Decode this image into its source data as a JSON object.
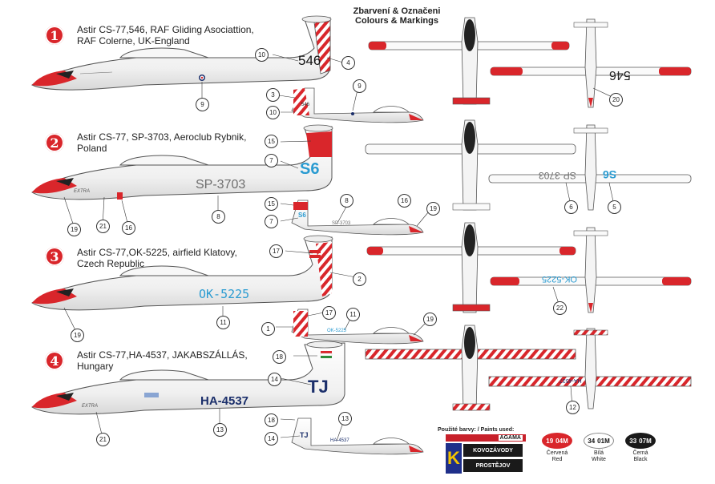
{
  "sheet_title": {
    "line1": "Zbarvení & Označeni",
    "line2": "Colours & Markings"
  },
  "schemes": [
    {
      "num": "1",
      "line1": "Astir CS-77,546, RAF Gliding Asociattion,",
      "line2": "RAF Colerne, UK-England",
      "reg": "546"
    },
    {
      "num": "2",
      "line1": "Astir CS-77, SP-3703, Aeroclub Rybnik,",
      "line2": "Poland",
      "reg": "SP-3703",
      "fin_code": "S6"
    },
    {
      "num": "3",
      "line1": "Astir CS-77,OK-5225, airfield Klatovy,",
      "line2": "Czech Republic",
      "reg": "OK-5225"
    },
    {
      "num": "4",
      "line1": "Astir CS-77,HA-4537, JAKABSZÁLLÁS,",
      "line2": "Hungary",
      "reg": "HA-4537",
      "fin_code": "TJ"
    }
  ],
  "callouts": [
    "10",
    "4",
    "9",
    "3",
    "10",
    "9",
    "20",
    "15",
    "7",
    "19",
    "21",
    "16",
    "8",
    "15",
    "8",
    "16",
    "7",
    "19",
    "6",
    "5",
    "17",
    "2",
    "19",
    "11",
    "17",
    "11",
    "1",
    "19",
    "22",
    "18",
    "14",
    "13",
    "21",
    "18",
    "14",
    "13",
    "12"
  ],
  "small_labels": {
    "s1_tail": "546",
    "s2_tail": "S6",
    "s2_body": "SP-3703",
    "s3_body": "OK-5225",
    "s4_tail": "TJ",
    "s4_body": "HA-4537",
    "s2_nose": "EXTRA",
    "s4_nose": "EXTRA"
  },
  "wing_regs": {
    "s1": "546",
    "s2a": "SP-3703",
    "s2b": "S6",
    "s3": "OK-5225",
    "s4": "HA-4537"
  },
  "legend": {
    "heading": "Použité barvy: / Paints used:",
    "brand1": "AGAMA",
    "brand2": "KOVOZÁVODY",
    "brand3": "PROSTĚJOV",
    "paints": [
      {
        "a": "19",
        "b": "04M",
        "cz": "Červená",
        "en": "Red",
        "bg": "#d9262b",
        "fg": "#ffffff"
      },
      {
        "a": "34",
        "b": "01M",
        "cz": "Bílá",
        "en": "White",
        "bg": "#ffffff",
        "fg": "#111111"
      },
      {
        "a": "33",
        "b": "07M",
        "cz": "Černá",
        "en": "Black",
        "bg": "#1a1a1a",
        "fg": "#ffffff"
      }
    ]
  },
  "colors": {
    "red": "#d9262b",
    "blue": "#2a9bd1",
    "navy": "#1b2f6b",
    "grey": "#6e6e6e"
  }
}
